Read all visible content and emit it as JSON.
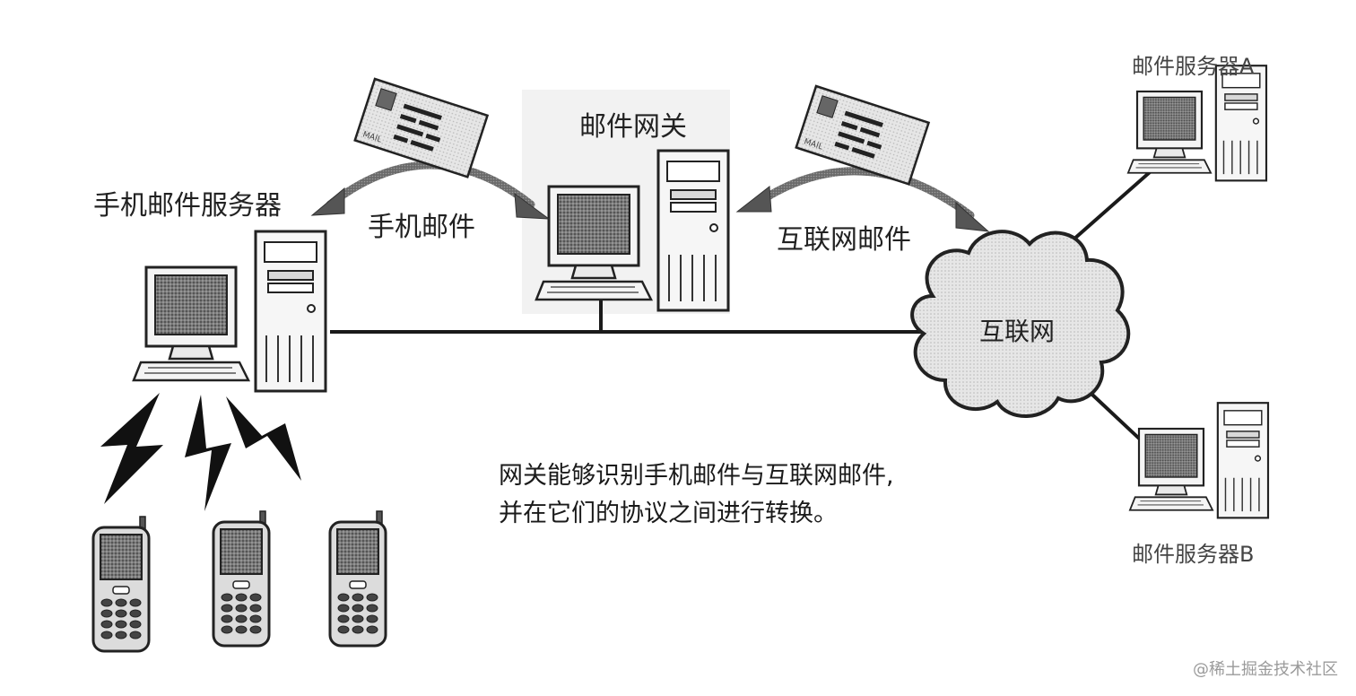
{
  "labels": {
    "mobile_mail_server": "手机邮件服务器",
    "mail_gateway": "邮件网关",
    "mobile_mail": "手机邮件",
    "internet_mail": "互联网邮件",
    "internet": "互联网",
    "mail_server_a": "邮件服务器A",
    "mail_server_b": "邮件服务器B"
  },
  "caption": {
    "line1": "网关能够识别手机邮件与互联网邮件,",
    "line2": "并在它们的协议之间进行转换。"
  },
  "envelope_text": "MAIL",
  "watermark": "@稀土掘金技术社区"
}
